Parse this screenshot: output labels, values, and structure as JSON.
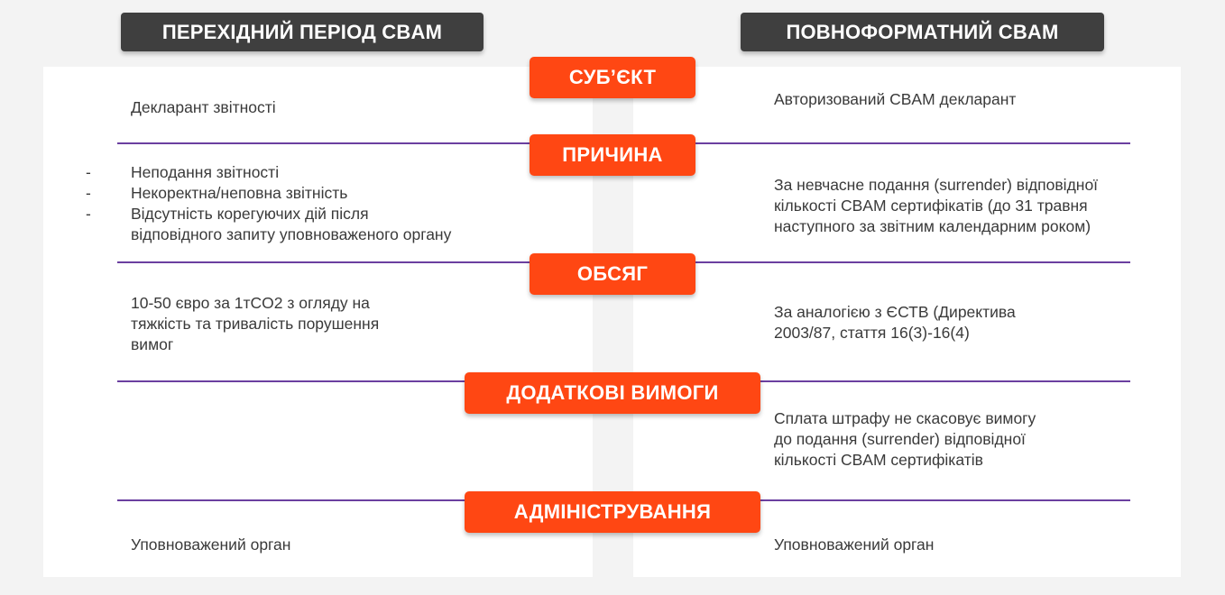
{
  "headers": {
    "left": "ПЕРЕХІДНИЙ ПЕРІОД CBAM",
    "right": "ПОВНОФОРМАТНИЙ CBAM"
  },
  "sections": [
    {
      "label": "СУБ’ЄКТ",
      "left": "Декларант звітності",
      "right": "Авторизований CBAM декларант"
    },
    {
      "label": "ПРИЧИНА",
      "left_items": [
        "Неподання звітності",
        "Некоректна/неповна звітність",
        "Відсутність корегуючих дій після",
        "відповідного запиту уповноваженого органу"
      ],
      "bullet_marker": "-",
      "right_lines": [
        "За невчасне подання (surrender) відповідної",
        "кількості CBAM сертифікатів (до 31 травня",
        "наступного за звітним календарним роком)"
      ]
    },
    {
      "label": "ОБСЯГ",
      "left_lines": [
        "10-50 євро за 1тCO2 з огляду на",
        "тяжкість та тривалість порушення",
        "вимог"
      ],
      "right_lines": [
        "За аналогією з ЄСТВ (Директива",
        "2003/87, стаття 16(3)-16(4)"
      ]
    },
    {
      "label": "ДОДАТКОВІ ВИМОГИ",
      "right_lines": [
        "Сплата штрафу не скасовує вимогу",
        "до подання (surrender) відповідної",
        "кількості CBAM сертифікатів"
      ]
    },
    {
      "label": "АДМІНІСТРУВАННЯ",
      "left": "Уповноважений орган",
      "right": "Уповноважений орган"
    }
  ],
  "colors": {
    "accent": "#ff4713",
    "header_bg": "#3f3f3f",
    "divider": "#6b3fa0",
    "panel": "#ffffff",
    "background": "#f3f3f3",
    "text": "#3a3a3a"
  }
}
